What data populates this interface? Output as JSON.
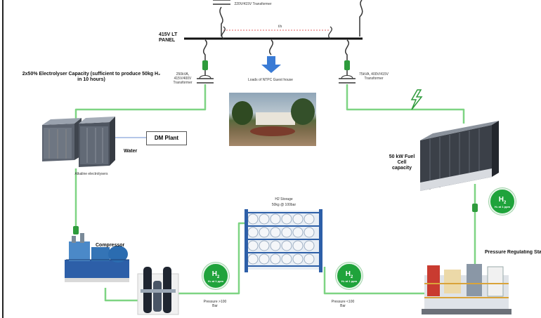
{
  "labels": {
    "top_transformer": "220V/415V Transformer",
    "panel": "415V LT PANEL",
    "busbar_tag": "t/s",
    "electrolyser_capacity": "2x50% Electrolyser Capacity (sufficient to produce 50kg H₂ in 10 hours)",
    "left_transformer": "250kVA, 415V/400V Transformer",
    "loads": "Loads of NTPC Guest house",
    "right_transformer": "75kVA, 400V/415V Transformer",
    "dm_plant": "DM Plant",
    "water": "Water",
    "electrolyser_caption": "Alkaline electrolysers",
    "fuel_cell": "50 kW Fuel Cell capacity",
    "h2_storage_title": "H2 Storage",
    "h2_storage_spec": "50kg @ 100bar",
    "compressor": "Compressor",
    "pressure_left": "Pressure >100 Bar",
    "pressure_right": "Pressure <100 Bar",
    "pressure_regulating": "Pressure Regulating Station"
  },
  "h2_badge": {
    "symbol": "H",
    "subscript": "2",
    "caption": "H₂ at 1 ppm"
  },
  "colors": {
    "pipe": "#7ed483",
    "badge": "#1fa33b",
    "bus": "#111111",
    "arrow": "#3a7bd5",
    "connector": "#2e9b3c",
    "bolt": "#2e9b3c"
  }
}
